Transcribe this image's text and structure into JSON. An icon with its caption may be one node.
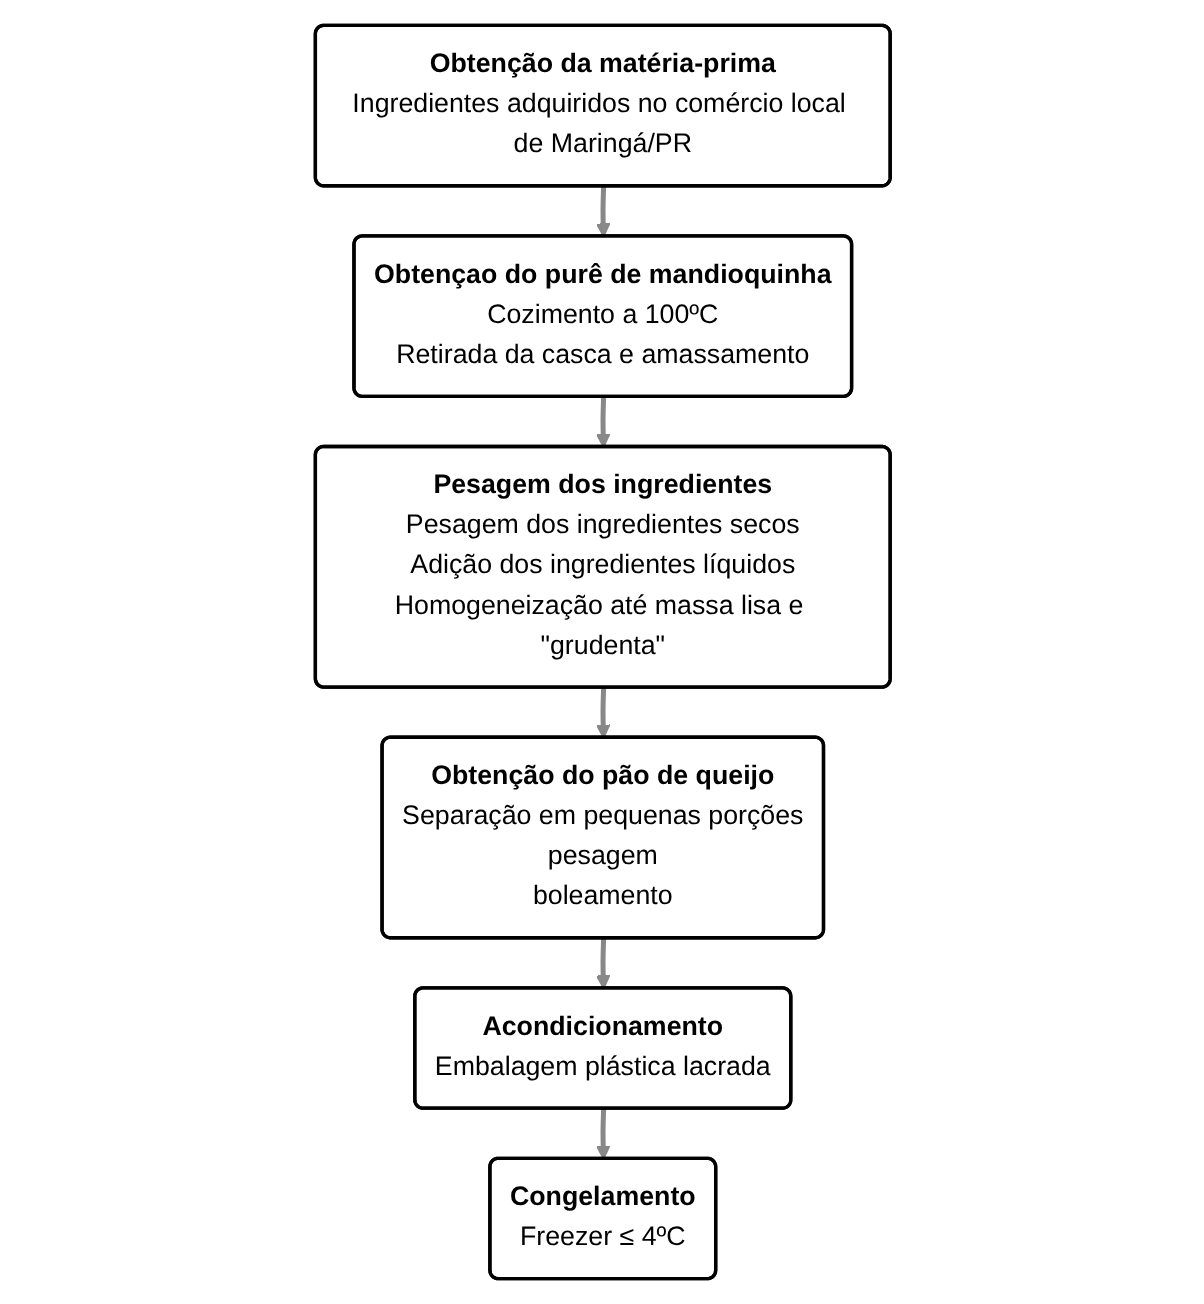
{
  "diagram": {
    "nodes": [
      {
        "text": [
          "Obtenção da matéria-prima",
          "Ingredientes adquiridos no comércio local de Maringá/PR"
        ]
      },
      {
        "text": [
          "Obtençao do purê de mandioquinha",
          "Cozimento a 100ºC",
          "Retirada da casca e amassamento"
        ]
      },
      {
        "text": [
          "Obtenção do pão de queijo",
          "Separação em pequenas porções",
          "pesagem",
          "boleamento"
        ]
      },
      {
        "text": [
          "Pesagem dos ingredientes",
          "Pesagem dos ingredientes secos",
          "Adição dos ingredientes líquidos",
          "Homogeneização até massa lisa e \"grudenta\""
        ]
      },
      {
        "text": [
          "Acondicionamento",
          "Embalagem plástica lacrada"
        ]
      },
      {
        "text": [
          "Congelamento",
          "Freezer ≤ 4ºC"
        ]
      }
    ],
    "edges": [
      {
        "from": 0,
        "to": 1,
        "arrow": "to"
      },
      {
        "from": 1,
        "to": 3,
        "arrow": "to"
      },
      {
        "from": 3,
        "to": 2,
        "arrow": "to"
      },
      {
        "from": 2,
        "to": 4,
        "arrow": "to"
      },
      {
        "from": 4,
        "to": 5,
        "arrow": "to"
      }
    ]
  }
}
